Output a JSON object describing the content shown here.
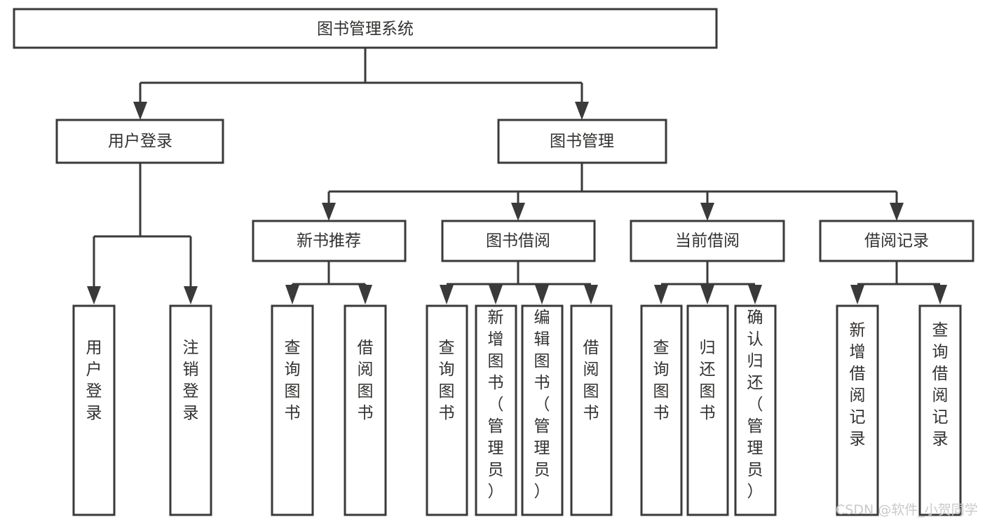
{
  "diagram": {
    "title": "图书管理系统",
    "type": "tree-hierarchy",
    "orientation": "top-down",
    "stroke_color": "#3a3a3a",
    "fill_color": "#ffffff",
    "text_color": "#33312f",
    "root": {
      "label": "图书管理系统"
    },
    "level2": [
      {
        "label": "用户登录"
      },
      {
        "label": "图书管理"
      }
    ],
    "level3": [
      {
        "label": "新书推荐"
      },
      {
        "label": "图书借阅"
      },
      {
        "label": "当前借阅"
      },
      {
        "label": "借阅记录"
      }
    ],
    "leaves": {
      "user_login": [
        {
          "label": "用户登录"
        },
        {
          "label": "注销登录"
        }
      ],
      "new_book_recommend": [
        {
          "label": "查询图书"
        },
        {
          "label": "借阅图书"
        }
      ],
      "book_borrow": [
        {
          "label": "查询图书"
        },
        {
          "label": "新增图书（管理员）"
        },
        {
          "label": "编辑图书（管理员）"
        },
        {
          "label": "借阅图书"
        }
      ],
      "current_borrow": [
        {
          "label": "查询图书"
        },
        {
          "label": "归还图书"
        },
        {
          "label": "确认归还（管理员）"
        }
      ],
      "borrow_record": [
        {
          "label": "新增借阅记录"
        },
        {
          "label": "查询借阅记录"
        }
      ]
    }
  },
  "watermark": {
    "text": "CSDN @软件_小贺同学"
  }
}
